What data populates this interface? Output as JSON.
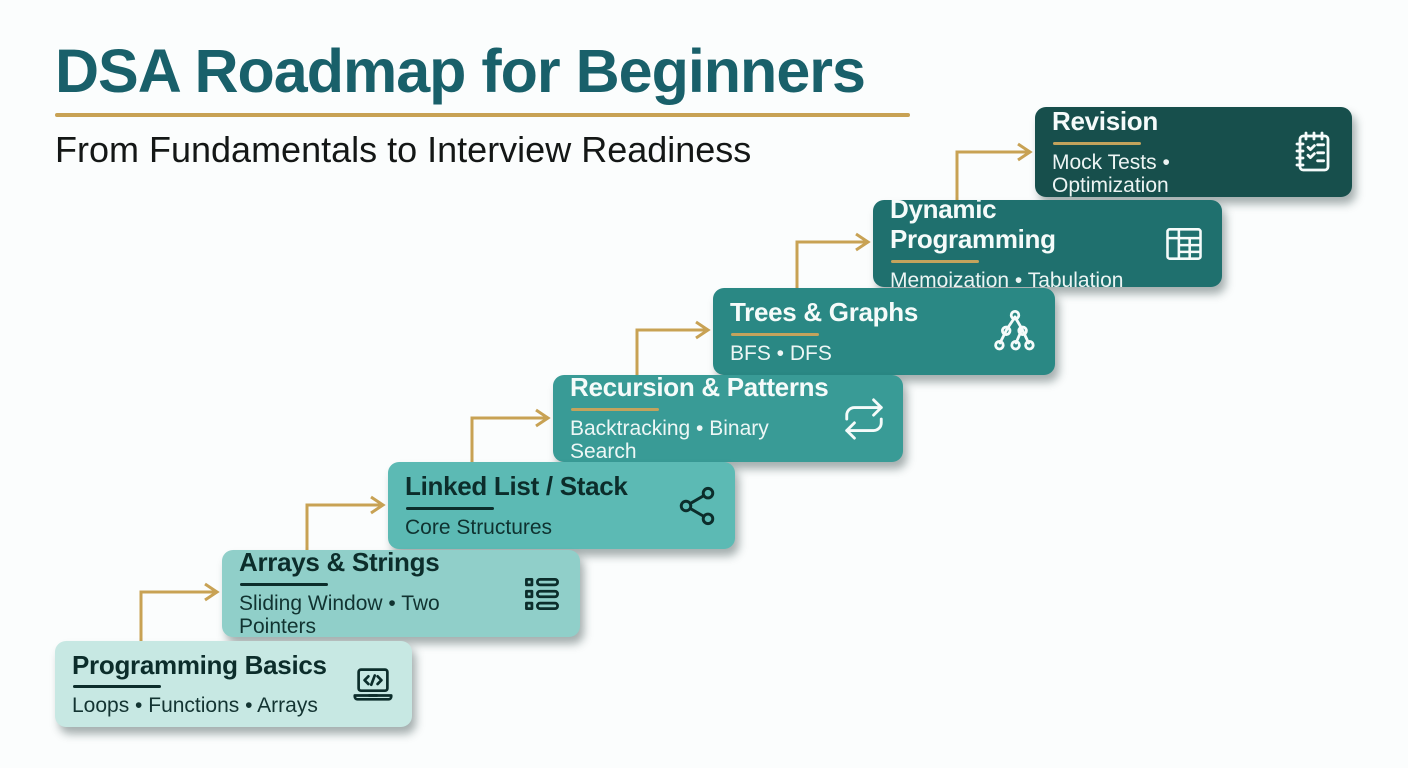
{
  "header": {
    "title": "DSA Roadmap for Beginners",
    "subtitle": "From Fundamentals to Interview Readiness"
  },
  "steps": [
    {
      "title": "Programming Basics",
      "subtitle": "Loops • Functions • Arrays",
      "icon": "laptop-code-icon",
      "bg": "#c7e8e3",
      "text_color": "#0c2d2b",
      "underline_color": "#0c2d2b"
    },
    {
      "title": "Arrays & Strings",
      "subtitle": "Sliding Window • Two Pointers",
      "icon": "list-icon",
      "bg": "#90cfc9",
      "text_color": "#0c2d2b",
      "underline_color": "#0c2d2b"
    },
    {
      "title": "Linked List / Stack",
      "subtitle": "Core Structures",
      "icon": "share-nodes-icon",
      "bg": "#5cbab4",
      "text_color": "#0c2d2b",
      "underline_color": "#0c2d2b"
    },
    {
      "title": "Recursion & Patterns",
      "subtitle": "Backtracking • Binary Search",
      "icon": "repeat-icon",
      "bg": "#399b96",
      "text_color": "#f5fbfa",
      "underline_color": "#c3a35c"
    },
    {
      "title": "Trees & Graphs",
      "subtitle": "BFS • DFS",
      "icon": "binary-tree-icon",
      "bg": "#2a8884",
      "text_color": "#f5fbfa",
      "underline_color": "#c3a35c"
    },
    {
      "title": "Dynamic Programming",
      "subtitle": "Memoization • Tabulation",
      "icon": "table-icon",
      "bg": "#1f706e",
      "text_color": "#f5fbfa",
      "underline_color": "#c3a35c"
    },
    {
      "title": "Revision",
      "subtitle": "Mock Tests • Optimization",
      "icon": "checklist-icon",
      "bg": "#174f4c",
      "text_color": "#f5fbfa",
      "underline_color": "#c3a35c"
    }
  ],
  "colors": {
    "heading": "#19606a",
    "accent_gold": "#c8a254",
    "background": "#fbfdfd"
  }
}
